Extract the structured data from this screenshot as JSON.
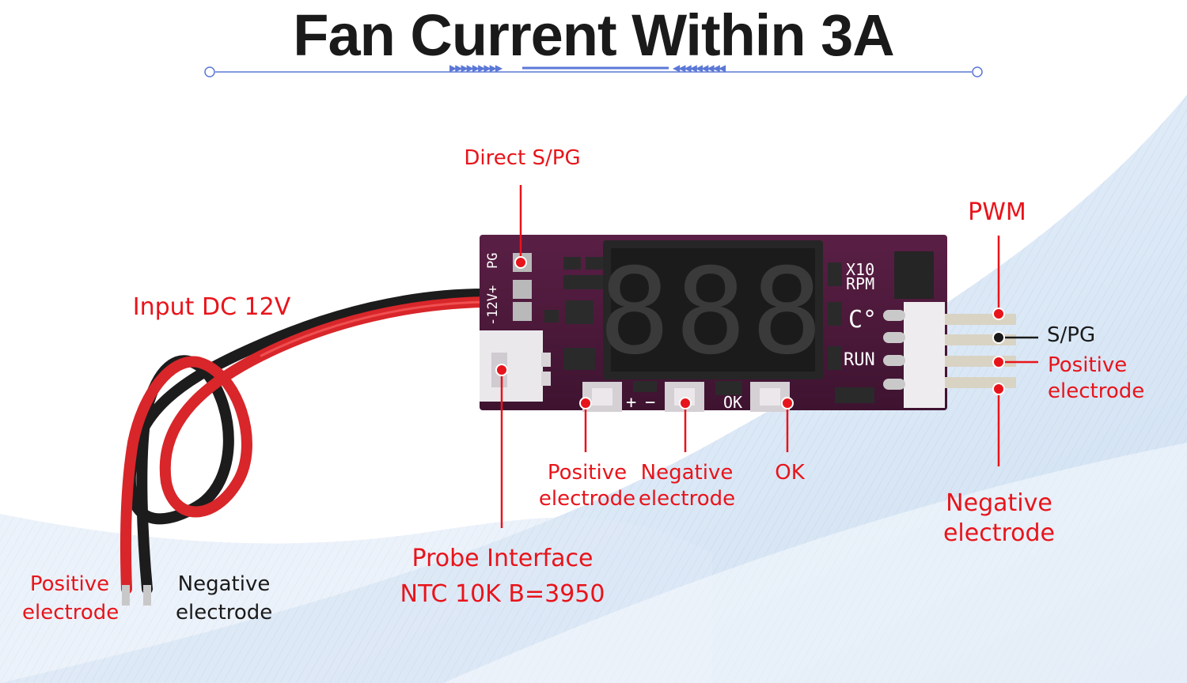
{
  "title": "Fan Current Within 3A",
  "colors": {
    "accent_red": "#e8141b",
    "title_black": "#1a1a1a",
    "pcb_purple": "#4a1838",
    "divider_blue": "#5b78d6"
  },
  "labels": {
    "direct_spg": "Direct S/PG",
    "input_dc": "Input DC 12V",
    "pwm": "PWM",
    "spg": "S/PG",
    "fan_positive": [
      "Positive",
      "electrode"
    ],
    "fan_negative": [
      "Negative",
      "electrode"
    ],
    "btn_positive": [
      "Positive",
      "electrode"
    ],
    "btn_negative": [
      "Negative",
      "electrode"
    ],
    "btn_ok": "OK",
    "probe": [
      "Probe Interface",
      "NTC 10K B=3950"
    ],
    "wire_positive": [
      "Positive",
      "electrode"
    ],
    "wire_negative": [
      "Negative",
      "electrode"
    ]
  },
  "board": {
    "silk_pg": "PG",
    "silk_12v": "-12V+",
    "silk_x10": "X10",
    "silk_rpm": "RPM",
    "silk_c": "C°",
    "silk_run": "RUN",
    "silk_plus": "+",
    "silk_minus": "−",
    "silk_ok": "OK",
    "display": "888"
  }
}
